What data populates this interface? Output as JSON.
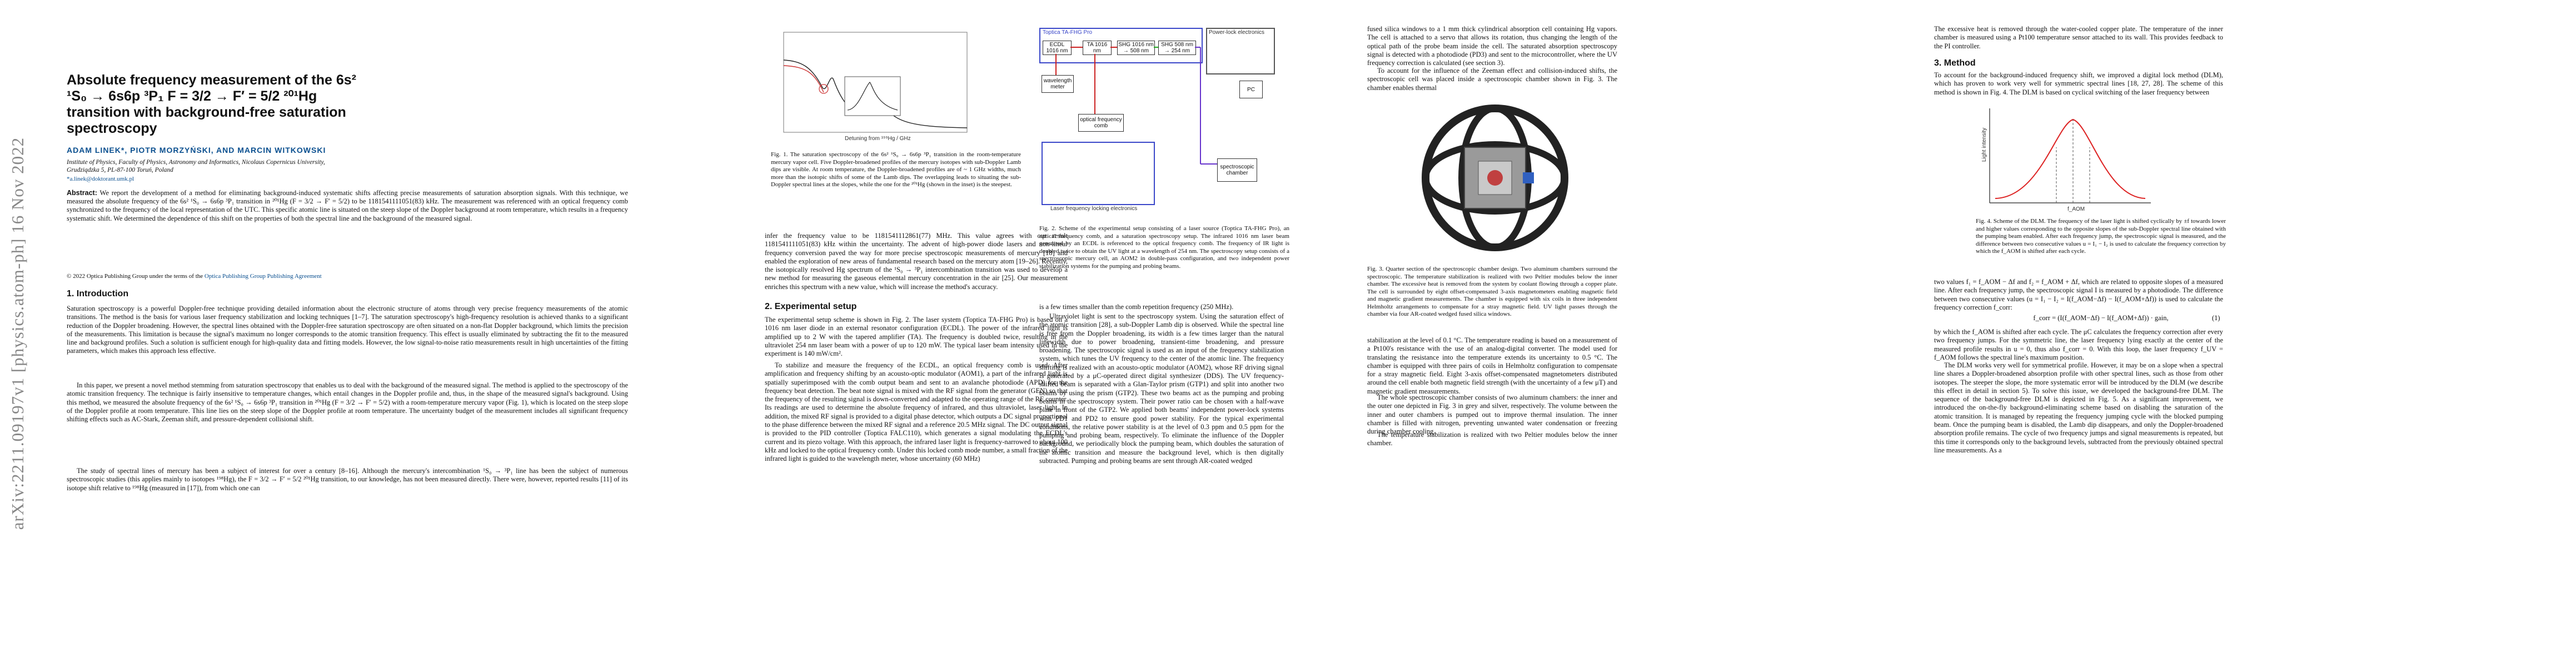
{
  "arxiv_id": "arXiv:2211.09197v1  [physics.atom-ph]  16 Nov 2022",
  "page1": {
    "title": "Absolute frequency measurement of the 6s² ¹S₀ → 6s6p ³P₁ F = 3/2 → F′ = 5/2 ²⁰¹Hg transition with background-free saturation spectroscopy",
    "authors": "ADAM LINEK*, PIOTR MORZYŃSKI, AND MARCIN WITKOWSKI",
    "affiliation": "Institute of Physics, Faculty of Physics, Astronomy and Informatics, Nicolaus Copernicus University, Grudziądzka 5, PL-87-100 Toruń, Poland",
    "email": "*a.linek@doktorant.umk.pl",
    "abstract_label": "Abstract:",
    "abstract": "We report the development of a method for eliminating background-induced systematic shifts affecting precise measurements of saturation absorption signals. With this technique, we measured the absolute frequency of the 6s² ¹S₀ → 6s6p ³P₁ transition in ²⁰¹Hg (F = 3/2 → F′ = 5/2) to be 1181541111051(83) kHz. The measurement was referenced with an optical frequency comb synchronized to the frequency of the local representation of the UTC. This specific atomic line is situated on the steep slope of the Doppler background at room temperature, which results in a frequency systematic shift. We determined the dependence of this shift on the properties of both the spectral line and the background of the measured signal.",
    "copyright": "© 2022 Optica Publishing Group under the terms of the",
    "copyright_link": "Optica Publishing Group Publishing Agreement",
    "section1": "1.   Introduction",
    "intro_p1": "Saturation spectroscopy is a powerful Doppler-free technique providing detailed information about the electronic structure of atoms through very precise frequency measurements of the atomic transitions. The method is the basis for various laser frequency stabilization and locking techniques [1–7]. The saturation spectroscopy's high-frequency resolution is achieved thanks to a significant reduction of the Doppler broadening. However, the spectral lines obtained with the Doppler-free saturation spectroscopy are often situated on a non-flat Doppler background, which limits the precision of the measurements. This limitation is because the signal's maximum no longer corresponds to the atomic transition frequency. This effect is usually eliminated by subtracting the fit to the measured line and background profiles. Such a solution is sufficient enough for high-quality data and fitting models. However, the low signal-to-noise ratio measurements result in high uncertainties of the fitting parameters, which makes this approach less effective.",
    "intro_p2": "In this paper, we present a novel method stemming from saturation spectroscopy that enables us to deal with the background of the measured signal. The method is applied to the spectroscopy of the atomic transition frequency. The technique is fairly insensitive to temperature changes, which entail changes in the Doppler profile and, thus, in the shape of the measured signal's background. Using this method, we measured the absolute frequency of the 6s² ¹S₀ → 6s6p ³P₁ transition in ²⁰¹Hg (F = 3/2 → F′ = 5/2) with a room-temperature mercury vapor (Fig. 1), which is located on the steep slope of the Doppler profile at room temperature. This line lies on the steep slope of the Doppler profile at room temperature. The uncertainty budget of the measurement includes all significant frequency shifting effects such as AC-Stark, Zeeman shift, and pressure-dependent collisional shift.",
    "intro_p3": "The study of spectral lines of mercury has been a subject of interest for over a century [8–16]. Although the mercury's intercombination ¹S₀ → ³P₁ line has been the subject of numerous spectroscopic studies (this applies mainly to isotopes ¹⁹⁸Hg), the F = 3/2 → F′ = 5/2 ²⁰¹Hg transition, to our knowledge, has not been measured directly. There were, however, reported results [11] of its isotope shift relative to ¹⁹⁸Hg (measured in [17]), from which one can"
  },
  "page2": {
    "fig1_caption": "Fig. 1. The saturation spectroscopy of the 6s² ¹S₀ → 6s6p ³P₁ transition in the room-temperature mercury vapor cell. Five Doppler-broadened profiles of the mercury isotopes with sub-Doppler Lamb dips are visible. At room temperature, the Doppler-broadened profiles are of ~ 1 GHz widths, much more than the isotopic shifts of some of the Lamb dips. The overlapping leads to situating the sub-Doppler spectral lines at the slopes, while the one for the ²⁰¹Hg (shown in the inset) is the steepest.",
    "fig1_xlabel": "Detuning from ¹⁹⁹Hg / GHz",
    "col1_text": "infer the frequency value to be 1181541112861(77) MHz. This value agrees with our result 1181541111051(83) kHz within the uncertainty. The advent of high-power diode lasers and non-linear frequency conversion paved the way for more precise spectroscopic measurements of mercury [18] and enabled the exploration of new areas of fundamental research based on the mercury atom [19–26]. Recently, the isotopically resolved Hg spectrum of the ¹S₀ → ³P₁ intercombination transition was used to develop a new method for measuring the gaseous elemental mercury concentration in the air [25]. Our measurement enriches this spectrum with a new value, which will increase the method's accuracy.",
    "section2": "2.   Experimental setup",
    "col1_text2": "The experimental setup scheme is shown in Fig. 2. The laser system (Toptica TA-FHG Pro) is based on a 1016 nm laser diode in an external resonator configuration (ECDL). The power of the infrared light is amplified up to 2 W with the tapered amplifier (TA). The frequency is doubled twice, resulting in the ultraviolet 254 nm laser beam with a power of up to 120 mW. The typical laser beam intensity used in the experiment is 140 mW/cm².",
    "col1_text3": "To stabilize and measure the frequency of the ECDL, an optical frequency comb is used. After amplification and frequency shifting by an acousto-optic modulator (AOM1), a part of the infrared light is spatially superimposed with the comb output beam and sent to an avalanche photodiode (APD) for the frequency beat detection. The beat note signal is mixed with the RF signal from the generator (GEN) so that the frequency of the resulting signal is down-converted and adapted to the operating range of the RF counter. Its readings are used to determine the absolute frequency of infrared, and thus ultraviolet, laser light. In addition, the mixed RF signal is provided to a digital phase detector, which outputs a DC signal proportional to the phase difference between the mixed RF signal and a reference 20.5 MHz signal. The DC output signal is provided to the PID controller (Toptica FALC110), which generates a signal modulating the ECDL's current and its piezo voltage. With this approach, the infrared laser light is frequency-narrowed to about 100 kHz and locked to the optical frequency comb. Under this locked comb mode number, a small fraction of the infrared light is guided to the wavelength meter, whose uncertainty (60 MHz)",
    "fig2_caption": "Fig. 2. Scheme of the experimental setup consisting of a laser source (Toptica TA-FHG Pro), an optical frequency comb, and a saturation spectroscopy setup. The infrared 1016 nm laser beam generated by an ECDL is referenced to the optical frequency comb. The frequency of IR light is doubled twice to obtain the UV light at a wavelength of 254 nm. The spectroscopy setup consists of a spectroscopic mercury cell, an AOM2 in double-pass configuration, and two independent power stabilization systems for the pumping and probing beams.",
    "col2_text": "is a few times smaller than the comb repetition frequency (250 MHz).",
    "col2_text2": "Ultraviolet light is sent to the spectroscopy system. Using the saturation effect of the atomic transition [28], a sub-Doppler Lamb dip is observed. While the spectral line is free from the Doppler broadening, its width is a few times larger than the natural linewidth due to power broadening, transient-time broadening, and pressure broadening. The spectroscopic signal is used as an input of the frequency stabilization system, which tunes the UV frequency to the center of the atomic line. The frequency shifting is realized with an acousto-optic modulator (AOM2), whose RF driving signal is generated by a μC-operated direct digital synthesizer (DDS). The UV frequency-shifted beam is separated with a Glan-Taylor prism (GTP1) and split into another two beams by using the prism (GTP2). These two beams act as the pumping and probing beams in the spectroscopy system. Their power ratio can be chosen with a half-wave plate in front of the GTP2. We applied both beams' independent power-lock systems with PD1 and PD2 to ensure good power stability. For the typical experimental conditions, the relative power stability is at the level of 0.3 ppm and 0.5 ppm for the pumping and probing beam, respectively. To eliminate the influence of the Doppler background, we periodically block the pumping beam, which doubles the saturation of the atomic transition and measure the background level, which is then digitally subtracted. Pumping and probing beams are sent through AR-coated wedged"
  },
  "page3": {
    "fig2_labels": {
      "laser_box": "Toptica TA-FHG Pro",
      "ecdl": "ECDL 1016 nm",
      "ta": "TA 1016 nm",
      "shg1": "SHG 1016 nm → 508 nm",
      "shg2": "SHG 508 nm → 254 nm",
      "wavemeter": "wavelength meter",
      "comb": "optical frequency comb",
      "lock": "Laser frequency locking electronics",
      "power_lock": "Power-lock electronics",
      "cell": "spectroscopic chamber",
      "pc": "PC"
    },
    "col1_text": "fused silica windows to a 1 mm thick cylindrical absorption cell containing Hg vapors. The cell is attached to a servo that allows its rotation, thus changing the length of the optical path of the probe beam inside the cell. The saturated absorption spectroscopy signal is detected with a photodiode (PD3) and sent to the microcontroller, where the UV frequency correction is calculated (see section 3).",
    "col1_text2": "To account for the influence of the Zeeman effect and collision-induced shifts, the spectroscopic cell was placed inside a spectroscopic chamber shown in Fig. 3. The chamber enables thermal",
    "fig3_caption": "Fig. 3. Quarter section of the spectroscopic chamber design. Two aluminum chambers surround the spectroscopic. The temperature stabilization is realized with two Peltier modules below the inner chamber. The excessive heat is removed from the system by coolant flowing through a copper plate. The cell is surrounded by eight offset-compensated 3-axis magnetometers enabling magnetic field and magnetic gradient measurements. The chamber is equipped with six coils in three independent Helmholtz arrangements to compensate for a stray magnetic field. UV light passes through the chamber via four AR-coated wedged fused silica windows.",
    "col1_text3": "stabilization at the level of 0.1 °C. The temperature reading is based on a measurement of a Pt100's resistance with the use of an analog-digital converter. The model used for translating the resistance into the temperature extends its uncertainty to 0.5 °C. The chamber is equipped with three pairs of coils in Helmholtz configuration to compensate for a stray magnetic field. Eight 3-axis offset-compensated magnetometers distributed around the cell enable both magnetic field strength (with the uncertainty of a few μT) and magnetic gradient measurements.",
    "col1_text4": "The whole spectroscopic chamber consists of two aluminum chambers: the inner and the outer one depicted in Fig. 3 in grey and silver, respectively. The volume between the inner and outer chambers is pumped out to improve thermal insulation. The inner chamber is filled with nitrogen, preventing unwanted water condensation or freezing during chamber cooling.",
    "col1_text5": "The temperature stabilization is realized with two Peltier modules below the inner chamber."
  },
  "page4": {
    "col0_text": "The excessive heat is removed through the water-cooled copper plate. The temperature of the inner chamber is measured using a Pt100 temperature sensor attached to its wall. This provides feedback to the PI controller.",
    "section3": "3.   Method",
    "method_p1": "To account for the background-induced frequency shift, we improved a digital lock method (DLM), which has proven to work very well for symmetric spectral lines [18, 27, 28]. The scheme of this method is shown in Fig. 4. The DLM is based on cyclical switching of the laser frequency between",
    "fig4_caption": "Fig. 4. Scheme of the DLM. The frequency of the laser light is shifted cyclically by ±f towards lower and higher values corresponding to the opposite slopes of the sub-Doppler spectral line obtained with the pumping beam enabled. After each frequency jump, the spectroscopic signal is measured, and the difference between two consecutive values u = I₁ − I₂ is used to calculate the frequency correction by which the f_AOM is shifted after each cycle.",
    "fig4_ylabel": "Light intensity",
    "fig4_xlabel": "f_AOM",
    "col1_text": "two values f₁ = f_AOM − Δf and f₂ = f_AOM + Δf, which are related to opposite slopes of a measured line. After each frequency jump, the spectroscopic signal I is measured by a photodiode. The difference between two consecutive values (u = I₁ − I₂ = I(f_AOM−Δf) − I(f_AOM+Δf)) is used to calculate the frequency correction f_corr:",
    "equation": "f_corr = (I(f_AOM−Δf) − I(f_AOM+Δf)) · gain,",
    "equation_num": "(1)",
    "col1_text2": "by which the f_AOM is shifted after each cycle. The μC calculates the frequency correction after every two frequency jumps. For the symmetric line, the laser frequency lying exactly at the center of the measured profile results in u = 0, thus also f_corr = 0. With this loop, the laser frequency f_UV = f_AOM follows the spectral line's maximum position.",
    "col1_text3": "The DLM works very well for symmetrical profile. However, it may be on a slope when a spectral line shares a Doppler-broadened absorption profile with other spectral lines, such as those from other isotopes. The steeper the slope, the more systematic error will be introduced by the DLM (we describe this effect in detail in section 5). To solve this issue, we developed the background-free DLM. The sequence of the background-free DLM is depicted in Fig. 5. As a significant improvement, we introduced the on-the-fly background-eliminating scheme based on disabling the saturation of the atomic transition. It is managed by repeating the frequency jumping cycle with the blocked pumping beam. Once the pumping beam is disabled, the Lamb dip disappears, and only the Doppler-broadened absorption profile remains. The cycle of two frequency jumps and signal measurements is repeated, but this time it corresponds only to the background levels, subtracted from the previously obtained spectral line measurements. As a"
  }
}
